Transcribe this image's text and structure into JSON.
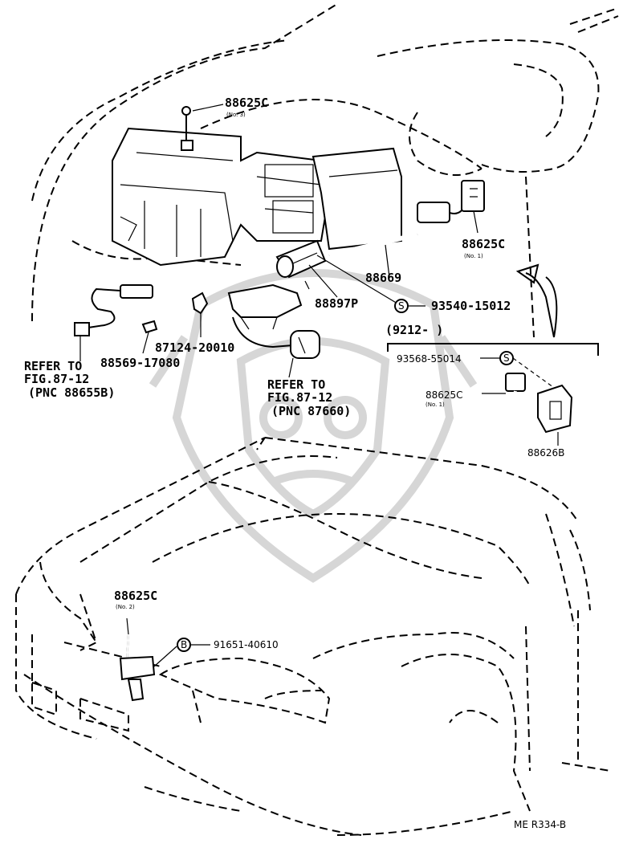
{
  "labels": {
    "p_88625c_no3": "88625C",
    "p_88625c_no3_sub": "(No. 3)",
    "p_88625c_no1_top": "88625C",
    "p_88625c_no1_top_sub": "(No. 1)",
    "p_88669": "88669",
    "p_88897p": "88897P",
    "p_93540": "93540-15012",
    "p_93540_symbol": "S",
    "p_87124": "87124-20010",
    "p_88569": "88569-17080",
    "refer_left_1": "REFER TO",
    "refer_left_2": "FIG.87-12",
    "refer_left_3": "(PNC 88655B)",
    "refer_mid_1": "REFER TO",
    "refer_mid_2": "FIG.87-12",
    "refer_mid_3": "(PNC 87660)",
    "date_range": "(9212-        )",
    "p_93568": "93568-55014",
    "p_93568_symbol": "S",
    "p_88625c_no1_box": "88625C",
    "p_88625c_no1_box_sub": "(No. 1)",
    "p_88626b": "88626B",
    "p_88625c_no2": "88625C",
    "p_88625c_no2_sub": "(No. 2)",
    "p_91651": "91651-40610",
    "p_91651_symbol": "B",
    "figure_code": "ME R334-B"
  }
}
